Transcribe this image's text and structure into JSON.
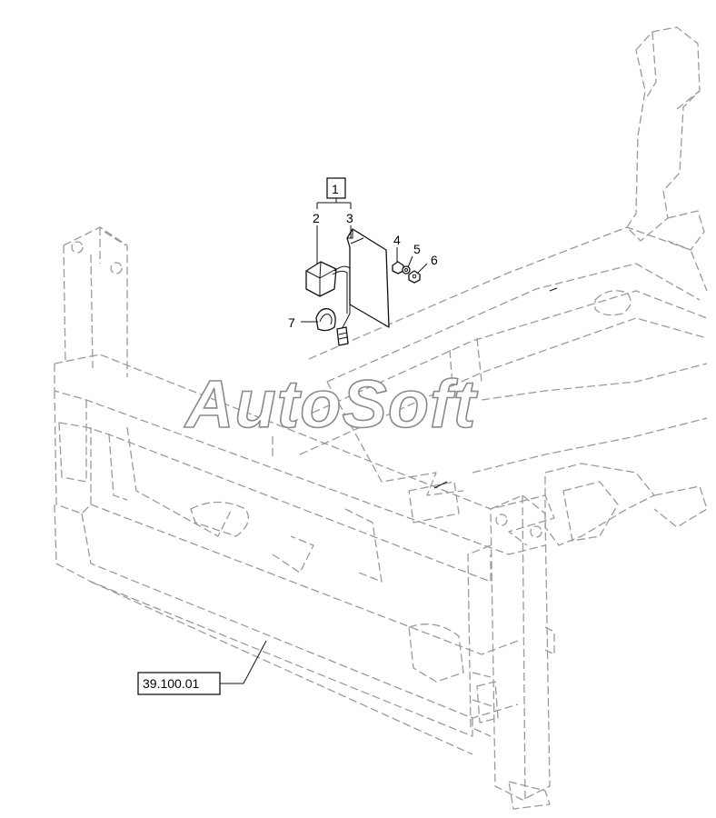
{
  "callouts": {
    "group": "1",
    "c2": "2",
    "c3": "3",
    "c4": "4",
    "c5": "5",
    "c6": "6",
    "c7": "7"
  },
  "reference": "39.100.01",
  "watermark": "AutoSoft"
}
